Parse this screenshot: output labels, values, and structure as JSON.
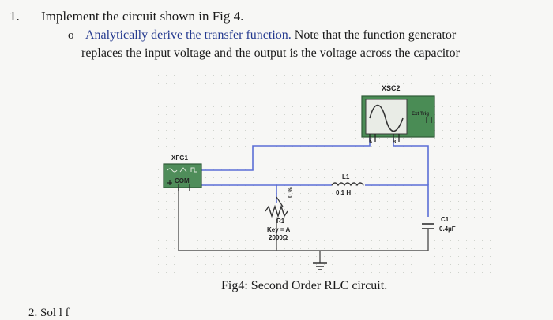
{
  "question": {
    "number": "1.",
    "text": "Implement the circuit shown in Fig 4.",
    "bullet": "o",
    "subpart_line1_a": "Analytically derive the transfer function.",
    "subpart_line1_b": " Note that the function generator",
    "subpart_line2": "replaces the input voltage and the output is the voltage across the capacitor"
  },
  "schematic": {
    "oscilloscope_label": "XSC2",
    "oscilloscope_trig": "Ext Trig",
    "oscilloscope_channel_a": "A",
    "oscilloscope_channel_b": "B",
    "generator_label": "XFG1",
    "generator_com": "COM",
    "inductor_name": "L1",
    "inductor_value": "0.1 H",
    "resistor_name": "R1",
    "resistor_key": "Key = A",
    "resistor_value": "2000Ω",
    "resistor_percent": "0 %",
    "capacitor_name": "C1",
    "capacitor_value": "0.4µF"
  },
  "caption": "Fig4: Second Order RLC circuit.",
  "cut_text": "2.   Sol l   f",
  "colors": {
    "wire": "#5b6fd6",
    "scope_body": "#4a8c55",
    "scope_screen": "#e9ece6",
    "generator_body": "#4f8d5a",
    "accent_text": "#243a8f"
  }
}
